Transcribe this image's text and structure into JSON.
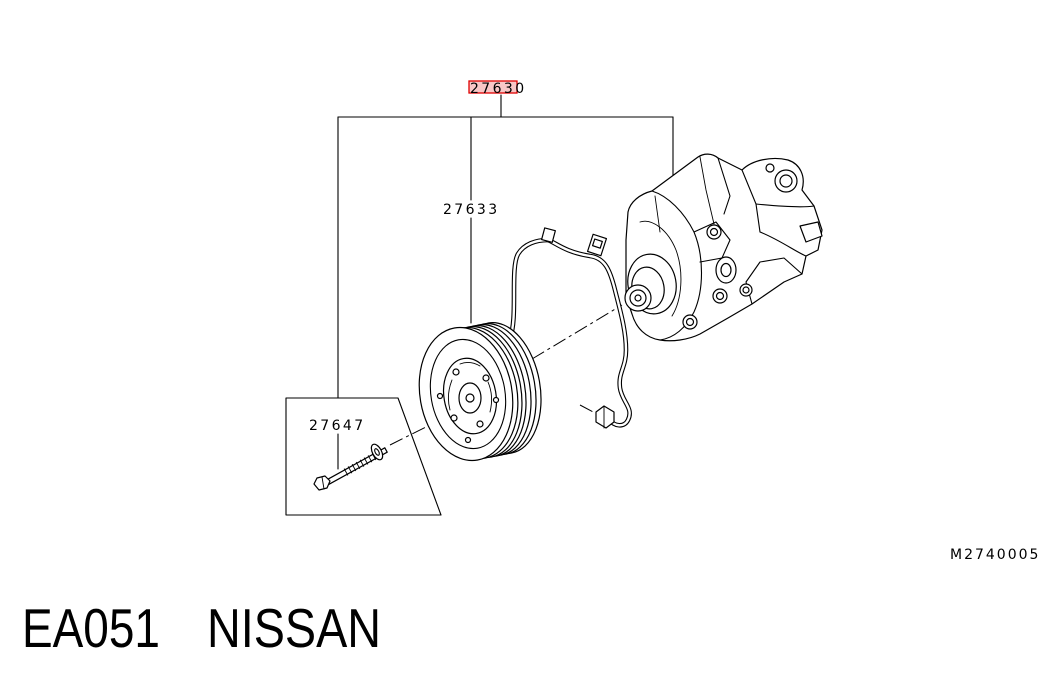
{
  "diagram": {
    "callouts": [
      "27630",
      "27633",
      "27647"
    ],
    "figure_code": "M2740005"
  },
  "footer": {
    "code": "EA051",
    "make": "NISSAN"
  },
  "colors": {
    "background": "#ffffff",
    "line": "#000000",
    "highlight": "#e00000"
  }
}
